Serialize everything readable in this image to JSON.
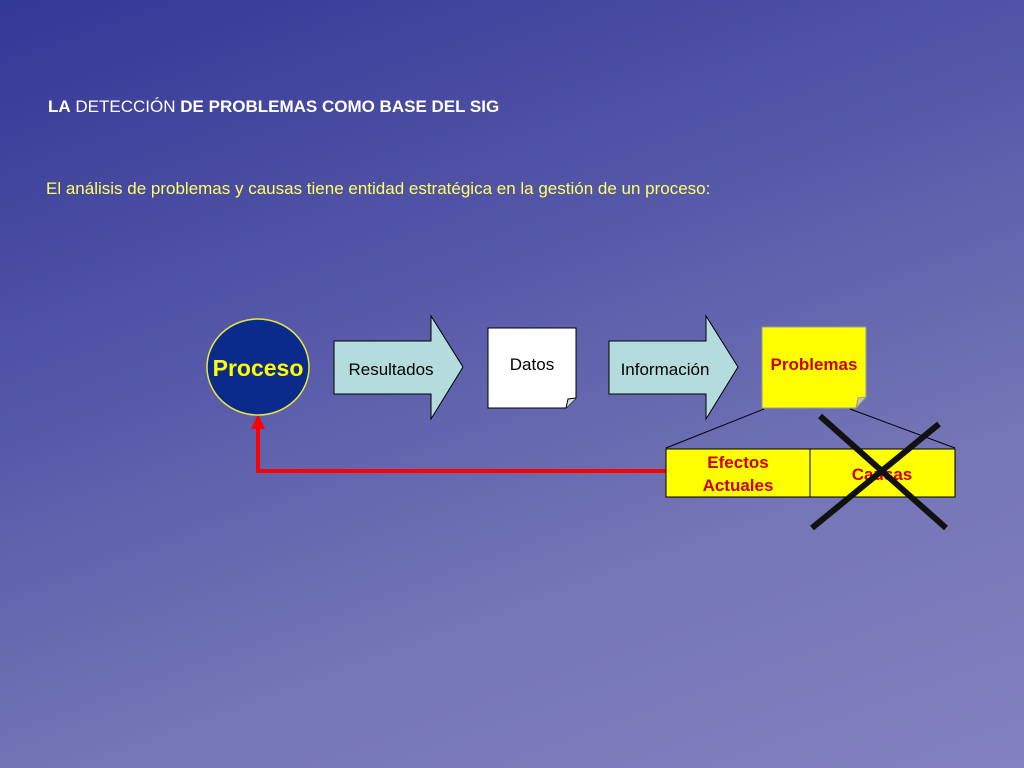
{
  "slide": {
    "title_part1": "LA",
    "title_part2": "DETECCIÓN",
    "title_part3": "DE PROBLEMAS COMO BASE DEL SIG",
    "subtitle": "El análisis de problemas y causas tiene entidad estratégica en la gestión de un proceso:"
  },
  "diagram": {
    "proceso": "Proceso",
    "resultados": "Resultados",
    "datos": "Datos",
    "informacion": "Información",
    "problemas": "Problemas",
    "efectos_line1": "Efectos",
    "efectos_line2": "Actuales",
    "causas": "Causas"
  },
  "colors": {
    "proceso_fill": "#0a2a8c",
    "proceso_text": "#ffff00",
    "arrow_fill": "#b4dcdc",
    "highlight_yellow": "#ffff00",
    "problem_text": "#cc0000",
    "feedback_arrow": "#ff0000",
    "cross": "#111111"
  }
}
